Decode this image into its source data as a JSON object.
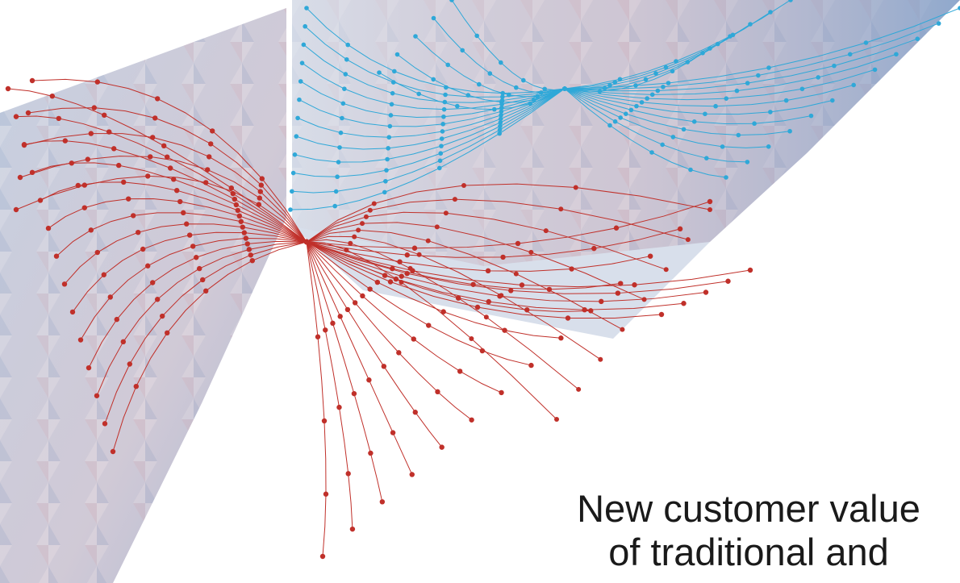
{
  "artwork": {
    "description_icon": "circuit-network-illustration",
    "colors": {
      "red_network": "#c0302a",
      "blue_network": "#2fa8d8",
      "panel_light": "#e4e7ee",
      "panel_blue": "#8ea8cc",
      "panel_rose": "#c8b2bd"
    }
  },
  "tagline": {
    "line1": "New customer value",
    "line2": "of traditional and"
  }
}
